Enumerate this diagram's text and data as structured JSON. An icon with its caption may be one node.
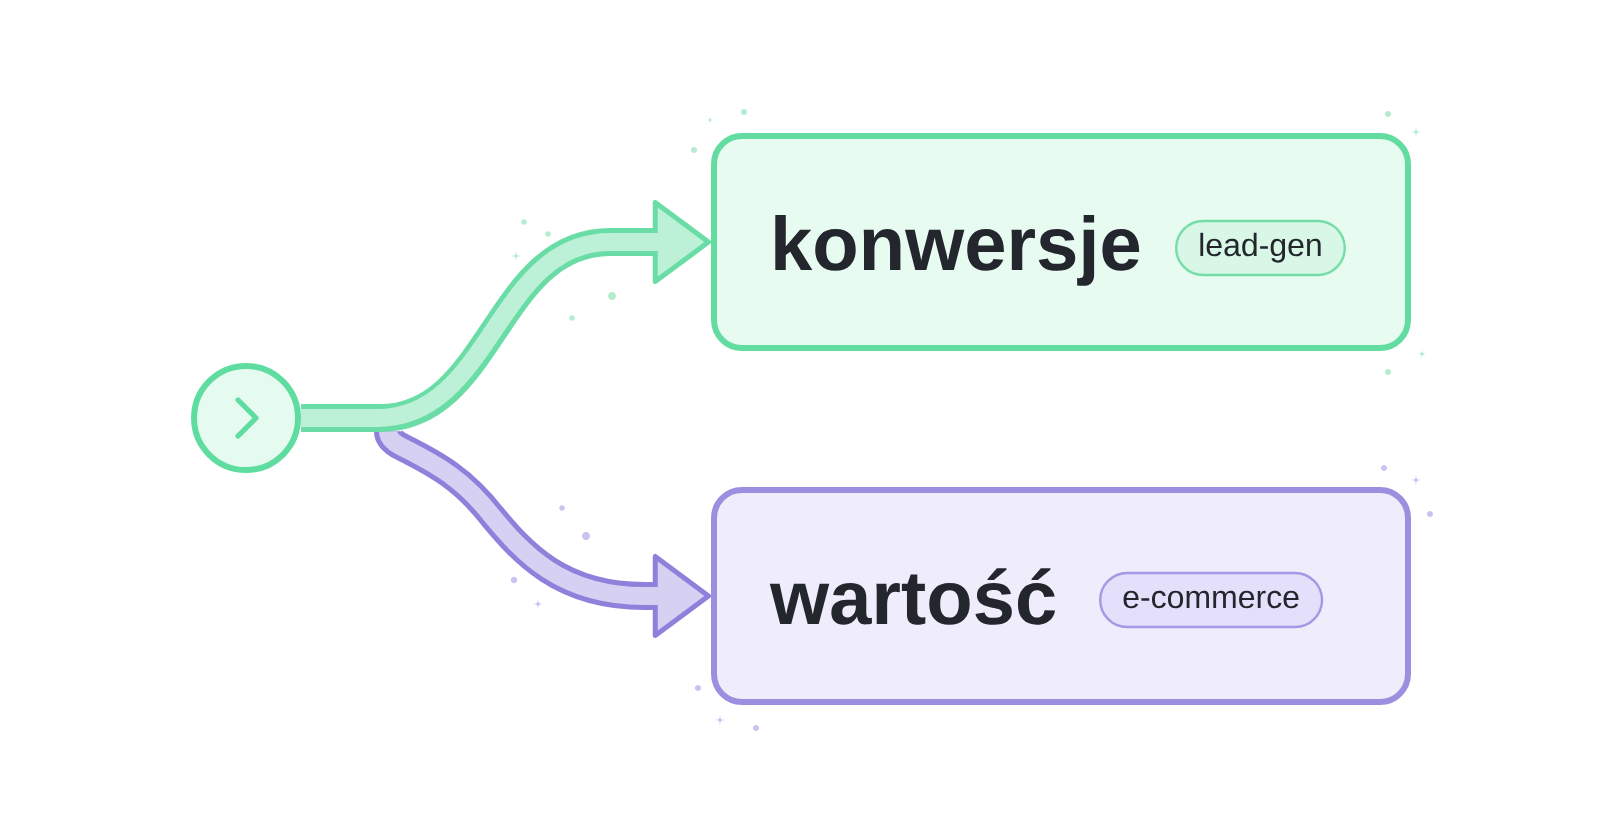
{
  "diagram": {
    "nodes": [
      {
        "text": [],
        "shape": "circle"
      },
      {
        "text": [
          "konwersje"
        ]
      },
      {
        "text": [
          "lead-gen"
        ],
        "in": 1
      },
      {
        "text": [
          "wartość"
        ]
      },
      {
        "text": [
          "e-commerce"
        ],
        "in": 3
      }
    ],
    "edges": [
      {
        "from": 0,
        "to": 1,
        "arrow": "to",
        "color": "#bcf0d7"
      },
      {
        "from": 0,
        "to": 3,
        "arrow": "to",
        "color": "#d6d0f2"
      }
    ]
  }
}
